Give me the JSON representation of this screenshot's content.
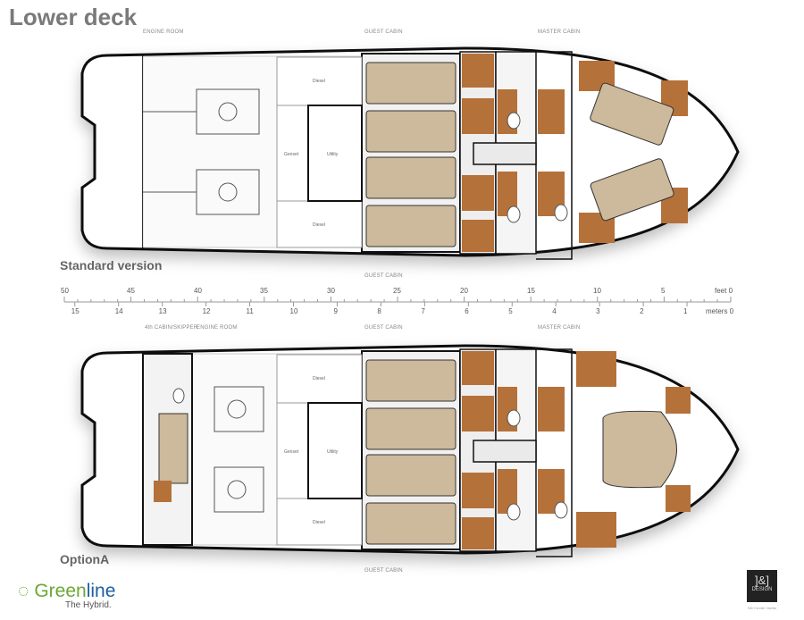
{
  "title": "Lower deck",
  "standard": {
    "label": "Standard version",
    "sections": [
      "ENGINE ROOM",
      "GUEST CABIN",
      "MASTER CABIN"
    ],
    "bottom_section": "GUEST CABIN"
  },
  "option": {
    "label": "OptionA",
    "sections": [
      "4th CABIN/SKIPPER",
      "ENGINE ROOM",
      "GUEST CABIN",
      "MASTER CABIN"
    ],
    "bottom_section": "GUEST CABIN"
  },
  "rooms": {
    "diesel": "Diesel",
    "genset": "Genset",
    "utility": "Utility"
  },
  "scale": {
    "feet_unit": "feet 0",
    "feet": [
      "50",
      "45",
      "40",
      "35",
      "30",
      "25",
      "20",
      "15",
      "10",
      "5"
    ],
    "meters_unit": "meters 0",
    "meters": [
      "15",
      "14",
      "13",
      "12",
      "11",
      "10",
      "9",
      "8",
      "7",
      "6",
      "5",
      "4",
      "3",
      "2",
      "1"
    ]
  },
  "brand": {
    "name_a": "Green",
    "name_b": "line",
    "tagline": "The Hybrid."
  },
  "designer": {
    "mark": "]&]",
    "name": "DESIGN",
    "tagline": "We Create Yachts"
  },
  "colors": {
    "bed": "#cdb99b",
    "wood": "#b5713a",
    "wall": "#111111",
    "floor": "#f3f3f3"
  }
}
